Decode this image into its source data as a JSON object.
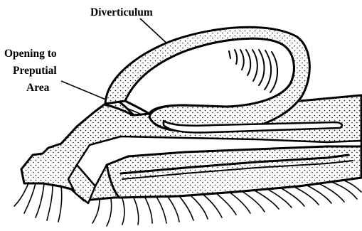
{
  "labels": {
    "diverticulum": "Diverticulum",
    "opening_line1": "Opening to",
    "opening_line2": "Preputial",
    "opening_line3": "Area"
  }
}
